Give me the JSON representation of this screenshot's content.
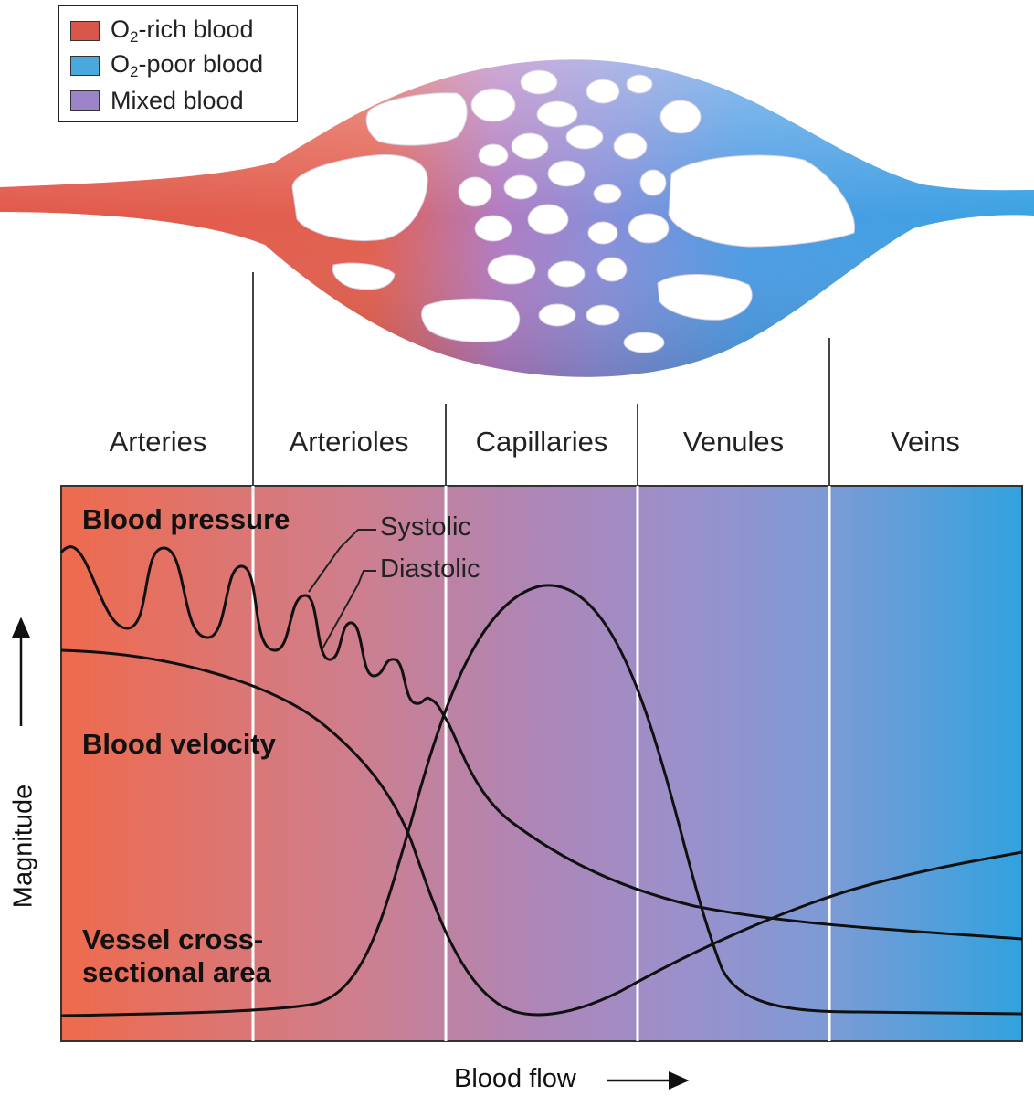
{
  "legend": {
    "items": [
      {
        "prefix": "O",
        "sub": "2",
        "text": "-rich blood",
        "color": "#d9574a"
      },
      {
        "prefix": "O",
        "sub": "2",
        "text": "-poor blood",
        "color": "#4aa8dc"
      },
      {
        "prefix": "",
        "sub": "",
        "text": "Mixed blood",
        "color": "#9b84c8"
      }
    ]
  },
  "segments": [
    "Arteries",
    "Arterioles",
    "Capillaries",
    "Venules",
    "Veins"
  ],
  "curves": {
    "pressure": "Blood pressure",
    "velocity": "Blood velocity",
    "area_line1": "Vessel cross-",
    "area_line2": "sectional area"
  },
  "annotations": {
    "systolic": "Systolic",
    "diastolic": "Diastolic"
  },
  "axes": {
    "y": "Magnitude",
    "x": "Blood flow"
  },
  "colors": {
    "oxygen_rich": "#e8604a",
    "mixed": "#9a85c7",
    "oxygen_poor": "#36a3dc"
  }
}
